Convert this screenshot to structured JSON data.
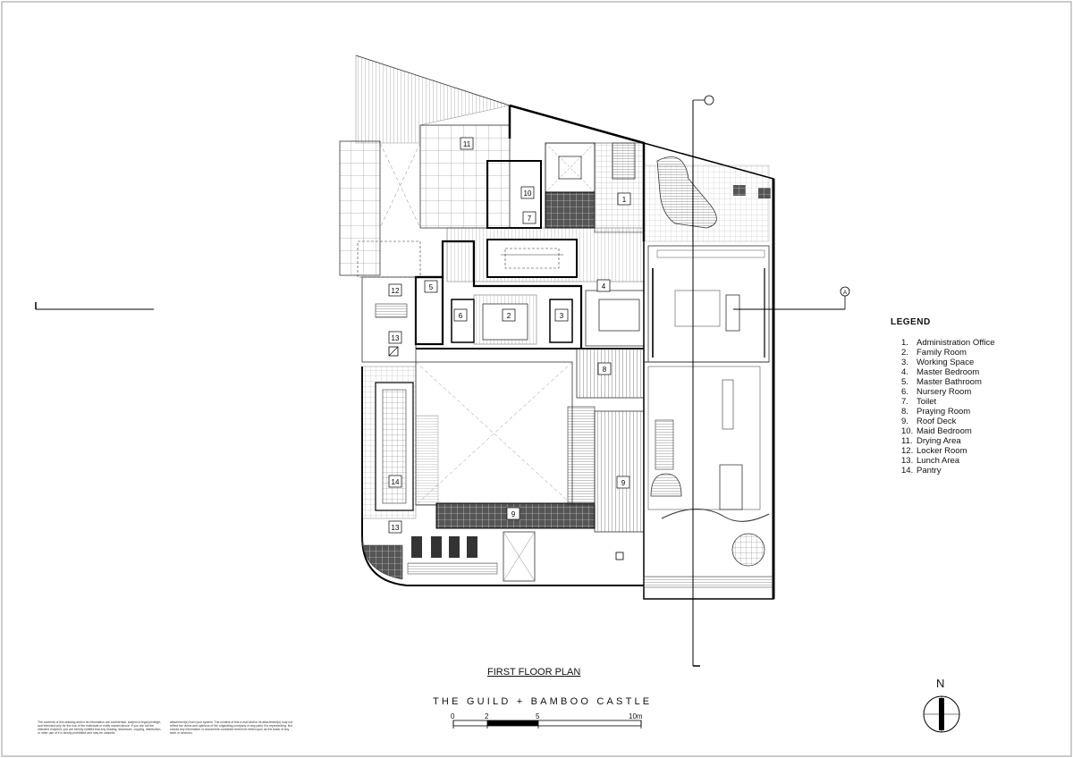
{
  "drawing_title": "FIRST FLOOR PLAN",
  "project_name": "THE GUILD + BAMBOO CASTLE",
  "legend": {
    "title": "LEGEND",
    "items": [
      {
        "num": "1.",
        "label": "Administration Office"
      },
      {
        "num": "2.",
        "label": "Family Room"
      },
      {
        "num": "3.",
        "label": "Working Space"
      },
      {
        "num": "4.",
        "label": "Master Bedroom"
      },
      {
        "num": "5.",
        "label": "Master Bathroom"
      },
      {
        "num": "6.",
        "label": "Nursery Room"
      },
      {
        "num": "7.",
        "label": "Toilet"
      },
      {
        "num": "8.",
        "label": "Praying Room"
      },
      {
        "num": "9.",
        "label": "Roof Deck"
      },
      {
        "num": "10.",
        "label": "Maid Bedroom"
      },
      {
        "num": "11.",
        "label": "Drying Area"
      },
      {
        "num": "12.",
        "label": "Locker Room"
      },
      {
        "num": "13.",
        "label": "Lunch Area"
      },
      {
        "num": "14.",
        "label": "Pantry"
      }
    ]
  },
  "scale_bar": {
    "labels": [
      "0",
      "2",
      "5",
      "10m"
    ]
  },
  "north_arrow": {
    "label": "N"
  },
  "room_tags": [
    "1",
    "2",
    "3",
    "4",
    "5",
    "6",
    "7",
    "8",
    "9",
    "9",
    "10",
    "11",
    "12",
    "13",
    "13",
    "14"
  ],
  "disclaimer": {
    "col1": "The contents of this drawing and/or its information are confidential, subject to legal privilege, and intended only for the use of the individual or entity named above. If you are not the intended recipient, you are hereby notified that any reading, disclosure, copying, distribution, or other use of it is strictly prohibited and may be unlawful.",
    "col2": "attachment(s) from your system. The content of this e-mail and/or its attachment(s) may not reflect the views and opinions of the originating company or any party it is representing. Nor should any information or documents contained herein be relied upon as the basis of any work or decision."
  }
}
